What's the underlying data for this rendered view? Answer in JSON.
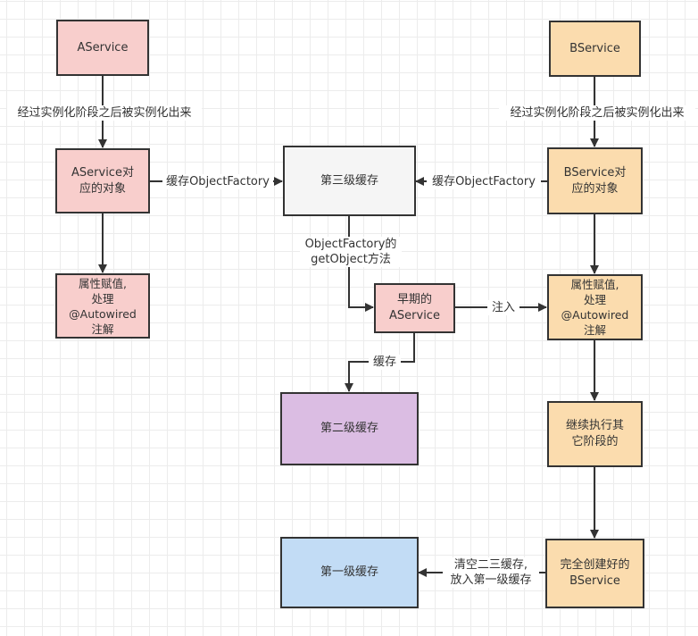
{
  "colors": {
    "stroke": "#333333",
    "a_fill": "#f8cecc",
    "b_fill": "#fbdcae",
    "level3_fill": "#f5f5f5",
    "level2_fill": "#dbbde3",
    "level1_fill": "#c2dcf5",
    "grid": "#ececec"
  },
  "nodes": {
    "aservice": "AService",
    "aservice_object": "AService对\n应的对象",
    "a_populate": "属性赋值,\n处理\n@Autowired\n注解",
    "level3_cache": "第三级缓存",
    "bservice": "BService",
    "bservice_object": "BService对\n应的对象",
    "early_aservice": "早期的\nAService",
    "b_populate": "属性赋值,\n处理\n@Autowired\n注解",
    "level2_cache": "第二级缓存",
    "b_continue": "继续执行其\n它阶段的",
    "level1_cache": "第一级缓存",
    "b_complete": "完全创建好的\nBService"
  },
  "edges": {
    "a_instantiate": "经过实例化阶段之后被实例化出来",
    "b_instantiate": "经过实例化阶段之后被实例化出来",
    "a_cache_factory": "缓存ObjectFactory",
    "b_cache_factory": "缓存ObjectFactory",
    "get_object": "ObjectFactory的\ngetObject方法",
    "inject": "注入",
    "cache": "缓存",
    "promote": "清空二三缓存,\n放入第一级缓存"
  }
}
